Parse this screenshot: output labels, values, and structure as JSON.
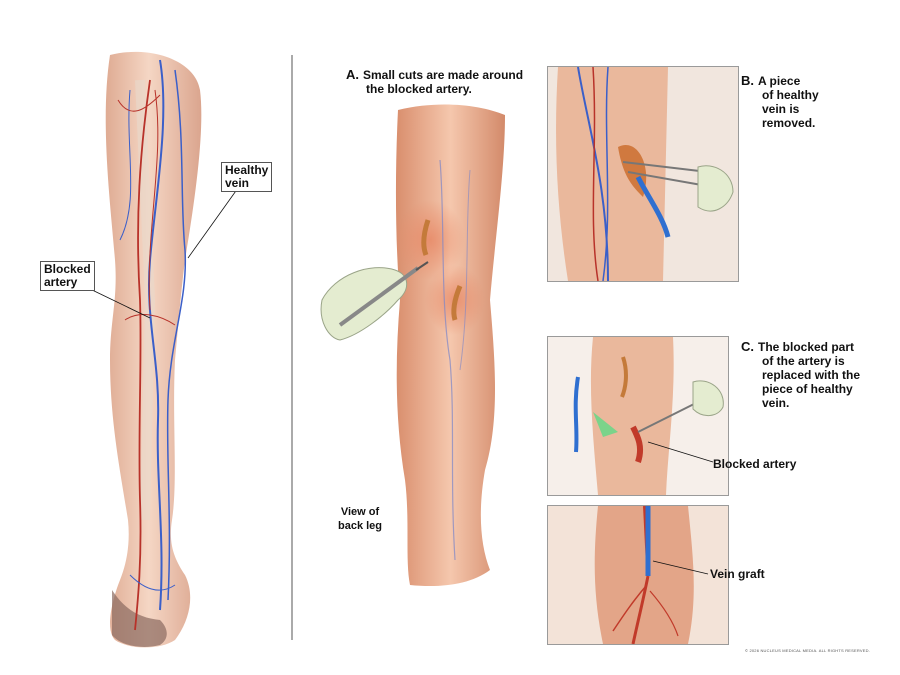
{
  "labels": {
    "healthy_vein": [
      "Healthy",
      "vein"
    ],
    "blocked_artery_left": [
      "Blocked",
      "artery"
    ],
    "step_a_letter": "A.",
    "step_a_text": [
      "Small cuts are made around",
      "the blocked artery."
    ],
    "view_back": [
      "View of",
      "back leg"
    ],
    "step_b_letter": "B.",
    "step_b_text": [
      "A piece",
      "of healthy",
      "vein is",
      "removed."
    ],
    "step_c_letter": "C.",
    "step_c_text": [
      "The blocked part",
      "of the artery is",
      "replaced with the",
      "piece of healthy",
      "vein."
    ],
    "blocked_artery_c": "Blocked artery",
    "vein_graft": "Vein graft",
    "copyright": "© 2026 NUCLEUS MEDICAL MEDIA. ALL RIGHTS RESERVED."
  },
  "colors": {
    "skin_light": "#f2cdb8",
    "skin_mid": "#e6a98a",
    "skin_dark": "#c97f63",
    "vein_blue": "#3b5fc9",
    "artery_red": "#b8322a",
    "divider": "#555555"
  }
}
